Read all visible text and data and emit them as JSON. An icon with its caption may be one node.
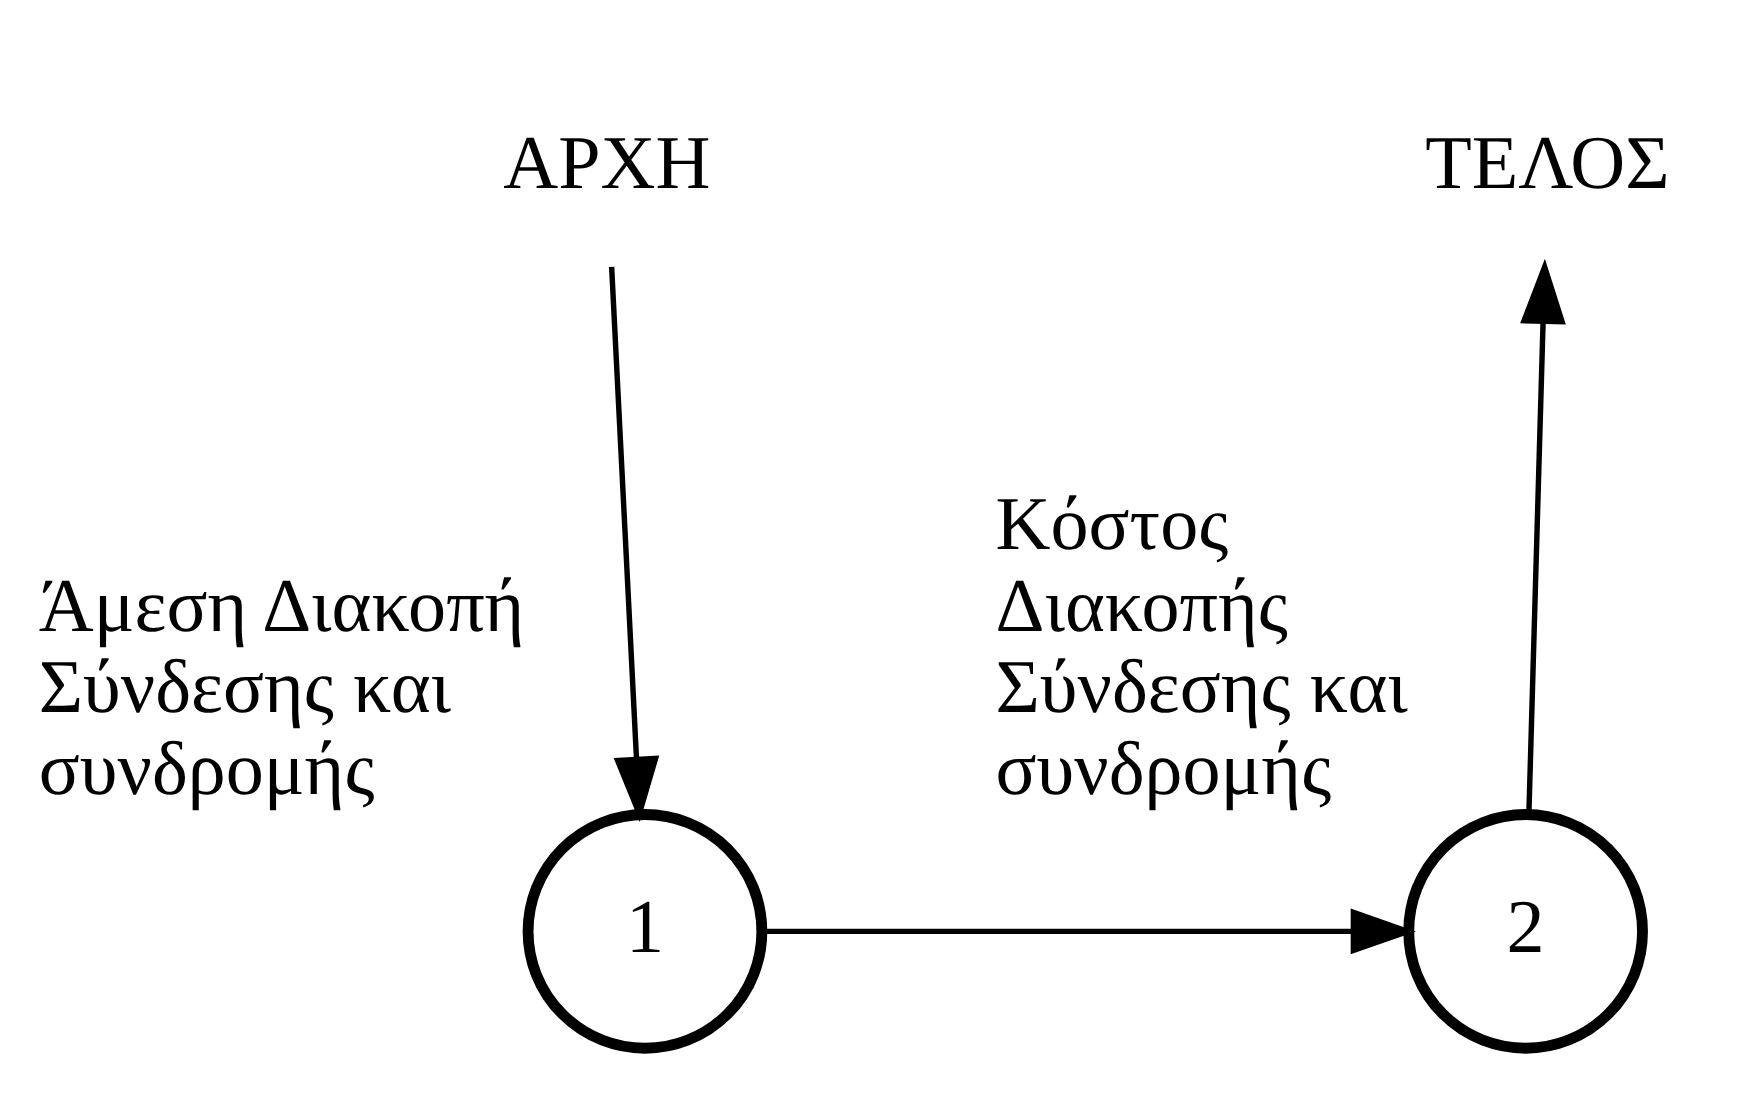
{
  "diagram": {
    "nodes": [
      {
        "text": [
          "ΤΕΛΟΣ"
        ]
      },
      {
        "text": [
          "ΑΡΧΗ"
        ]
      },
      {
        "text": [
          "1"
        ],
        "beside": [
          "Άμεση Διακοπή Σύνδεσης και συνδρομής"
        ]
      },
      {
        "text": [
          "2"
        ],
        "beside": [
          "Κόστος Διακοπής Σύνδεσης και συνδρομής"
        ]
      }
    ],
    "edges": [
      {
        "from": 1,
        "to": 2,
        "arrow": "to"
      },
      {
        "from": 2,
        "to": 3,
        "arrow": "to"
      },
      {
        "from": 3,
        "to": 0,
        "arrow": "to"
      }
    ]
  }
}
